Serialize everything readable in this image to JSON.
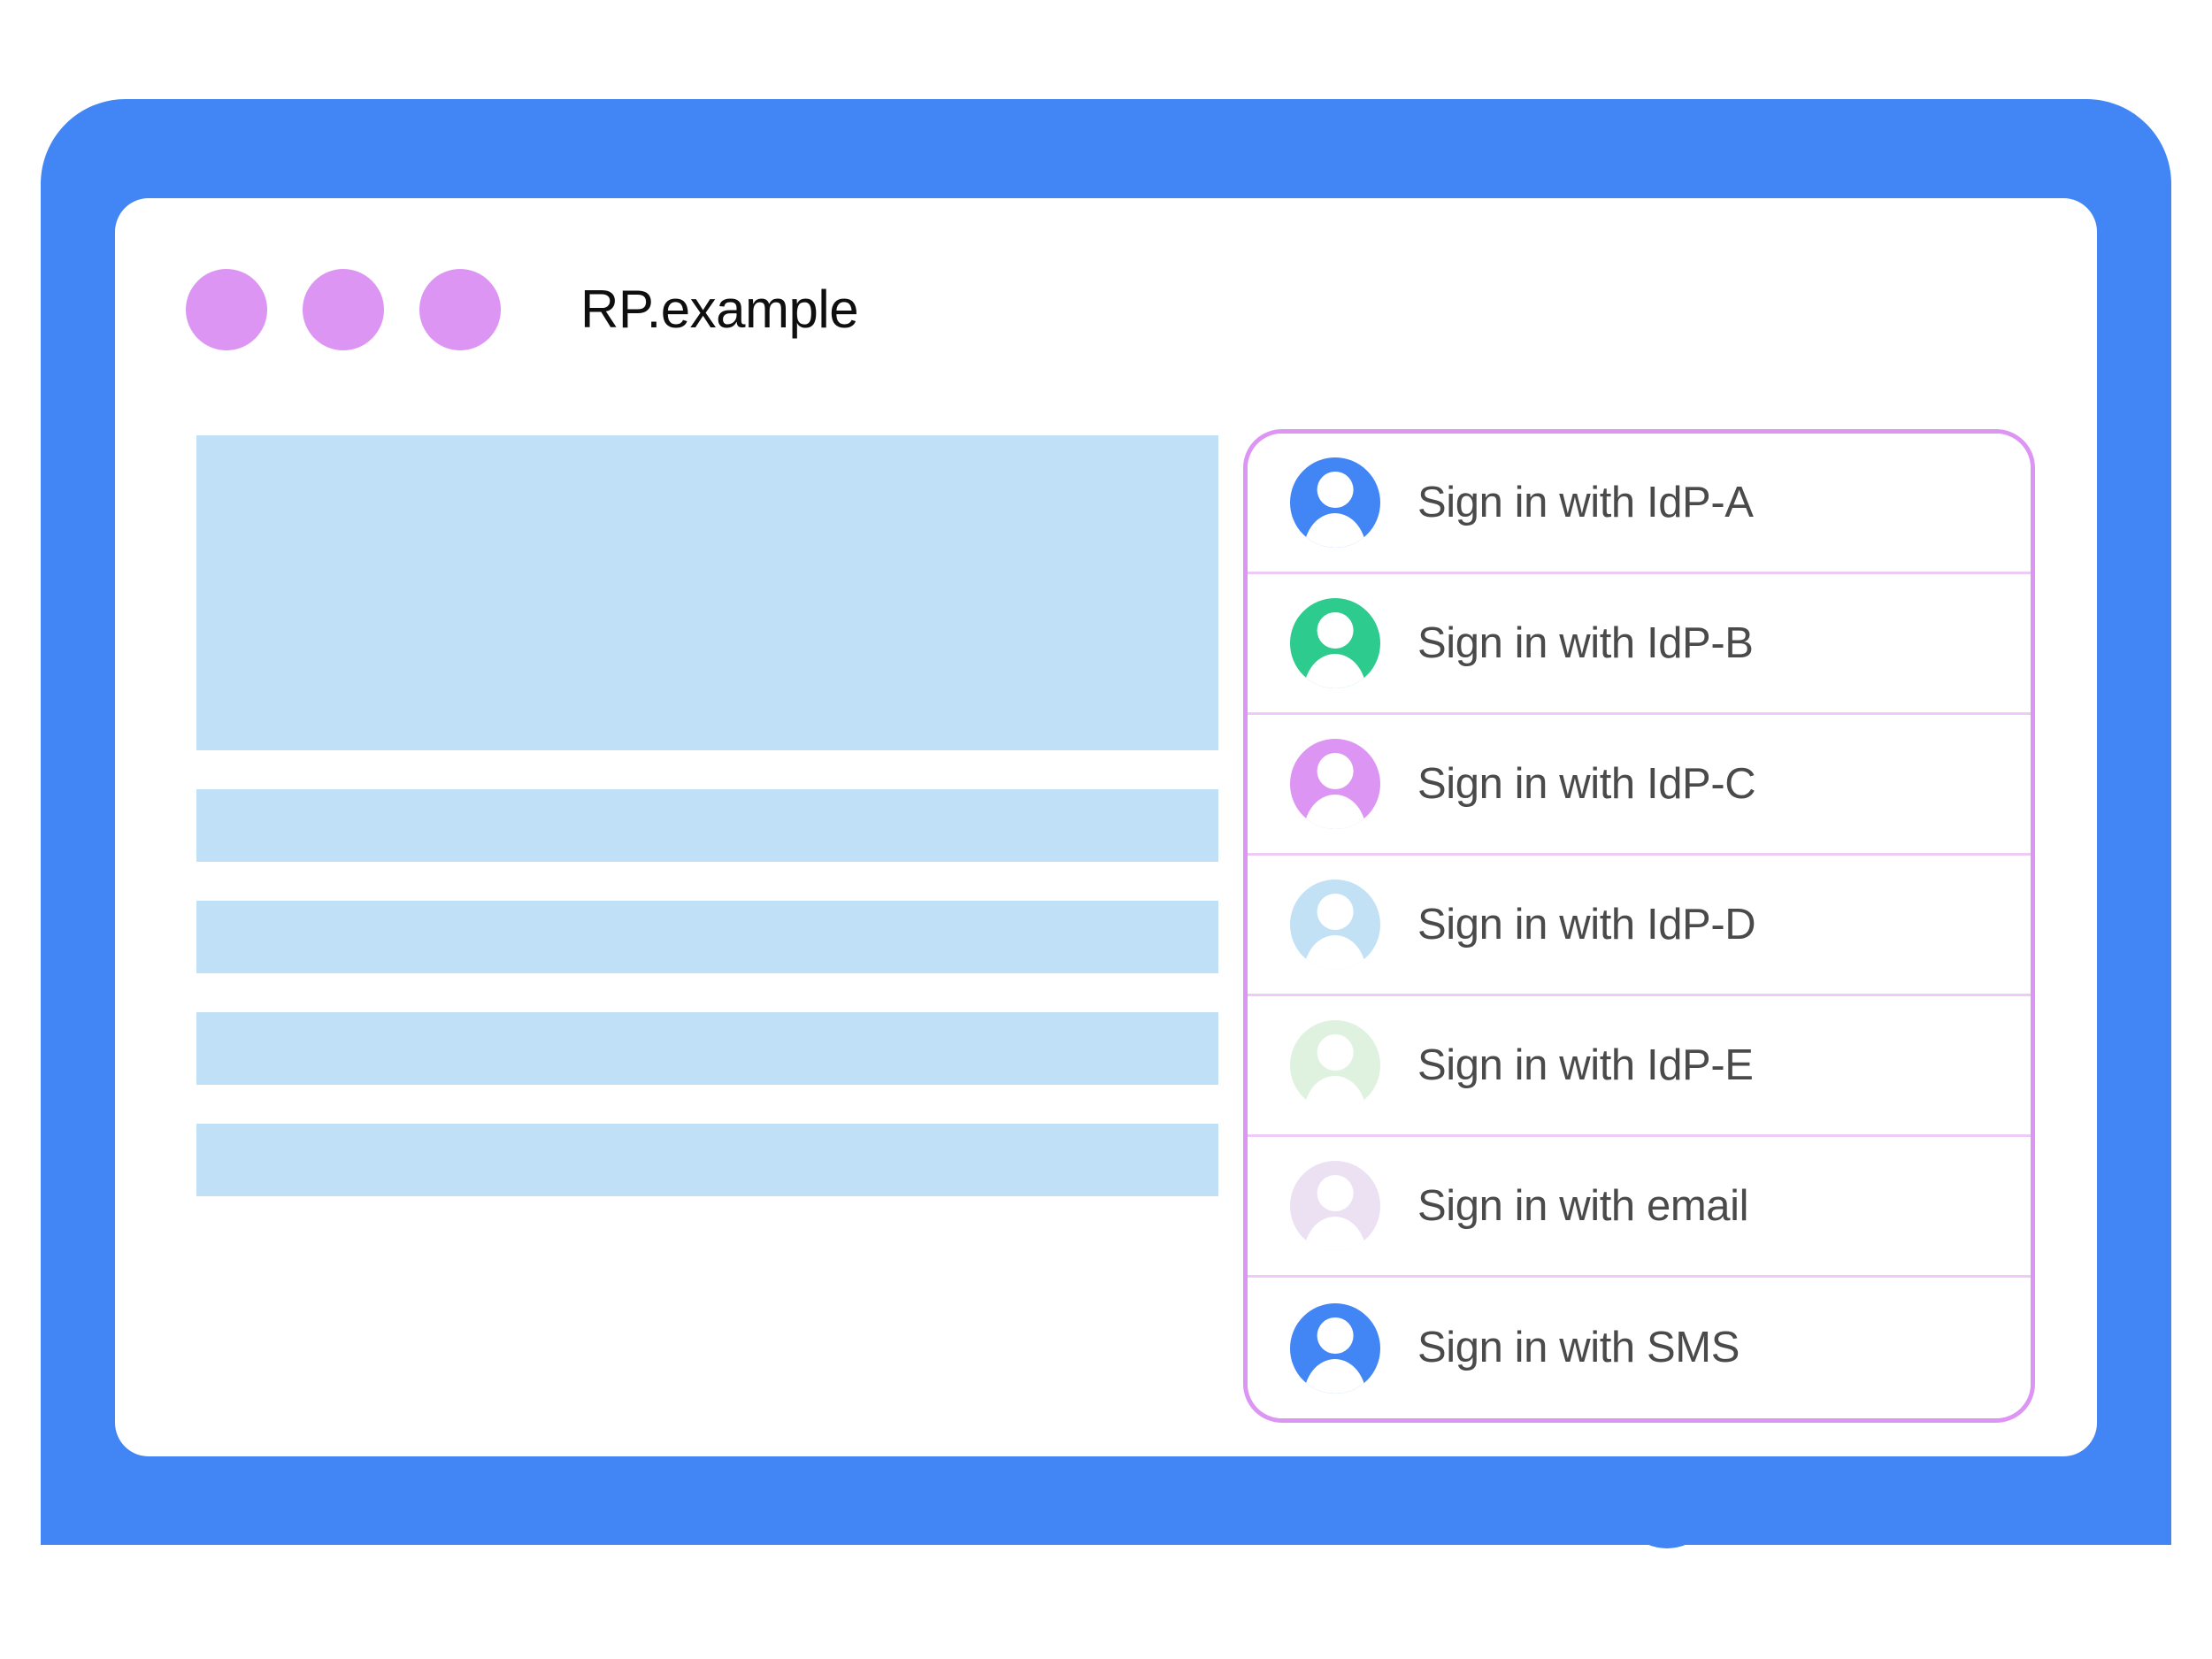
{
  "browser": {
    "origin": "RP.example",
    "window_dots": [
      "window-dot-1",
      "window-dot-2",
      "window-dot-3"
    ],
    "dot_color": "#dd95f3",
    "bezel_color": "#4285f4",
    "screen_background": "#ffffff"
  },
  "page_content": {
    "skeleton_color": "#bfe0f7",
    "blocks": [
      {
        "name": "hero-placeholder",
        "kind": "hero"
      },
      {
        "name": "line-placeholder-1",
        "kind": "line"
      },
      {
        "name": "line-placeholder-2",
        "kind": "line"
      },
      {
        "name": "line-placeholder-3",
        "kind": "line"
      },
      {
        "name": "line-placeholder-4",
        "kind": "line"
      }
    ]
  },
  "account_chooser": {
    "border_color": "#dd95f3",
    "divider_color": "#eecbf6",
    "label_color": "#4a4a4a",
    "accounts": [
      {
        "label": "Sign in with IdP-A",
        "avatar_color": "#4285f4",
        "avatar_name": "avatar-idp-a"
      },
      {
        "label": "Sign in with IdP-B",
        "avatar_color": "#2ecb8f",
        "avatar_name": "avatar-idp-b"
      },
      {
        "label": "Sign in with IdP-C",
        "avatar_color": "#dd95f3",
        "avatar_name": "avatar-idp-c"
      },
      {
        "label": "Sign in with IdP-D",
        "avatar_color": "#c3e1f5",
        "avatar_name": "avatar-idp-d"
      },
      {
        "label": "Sign in with IdP-E",
        "avatar_color": "#dff2e0",
        "avatar_name": "avatar-idp-e"
      },
      {
        "label": "Sign in with email",
        "avatar_color": "#ece0f3",
        "avatar_name": "avatar-email"
      },
      {
        "label": "Sign in with SMS",
        "avatar_color": "#4285f4",
        "avatar_name": "avatar-sms"
      }
    ]
  }
}
